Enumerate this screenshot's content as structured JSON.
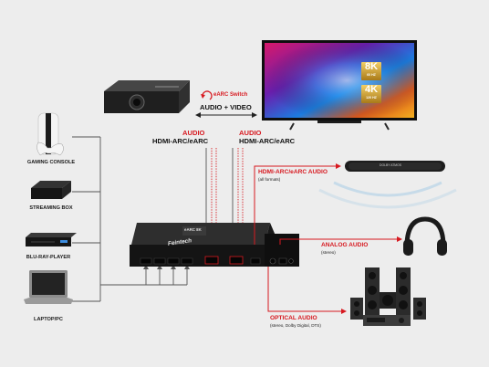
{
  "sources": [
    {
      "label": "GAMING CONSOLE"
    },
    {
      "label": "STREAMING BOX"
    },
    {
      "label": "BLU-RAY-PLAYER"
    },
    {
      "label": "LAPTOP/PC"
    }
  ],
  "top_labels": {
    "earc_switch": "eARC Switch",
    "audio_video": "AUDIO + VIDEO",
    "left_audio": "AUDIO",
    "left_port": "HDMI-ARC/eARC",
    "right_audio": "AUDIO",
    "right_port": "HDMI-ARC/eARC"
  },
  "tv_badges": {
    "badge_8k": "8K",
    "badge_8k_hz": "60 HZ",
    "badge_4k": "4K",
    "badge_4k_hz": "120 HZ"
  },
  "outputs": {
    "soundbar_label": "HDMI-ARC/eARC AUDIO",
    "soundbar_sub": "(all formats)",
    "soundbar_brand": "DOLBY ATMOS",
    "analog_label": "ANALOG AUDIO",
    "analog_sub": "(stereo)",
    "optical_label": "OPTICAL AUDIO",
    "optical_sub": "(stereo, Dolby Digital, DTS)"
  },
  "device": {
    "brand": "Feintech",
    "badge": "eARC 8K"
  },
  "colors": {
    "accent_red": "#d71920",
    "line_gray": "#555555",
    "gold": "#d4a531",
    "background": "#ededed"
  }
}
